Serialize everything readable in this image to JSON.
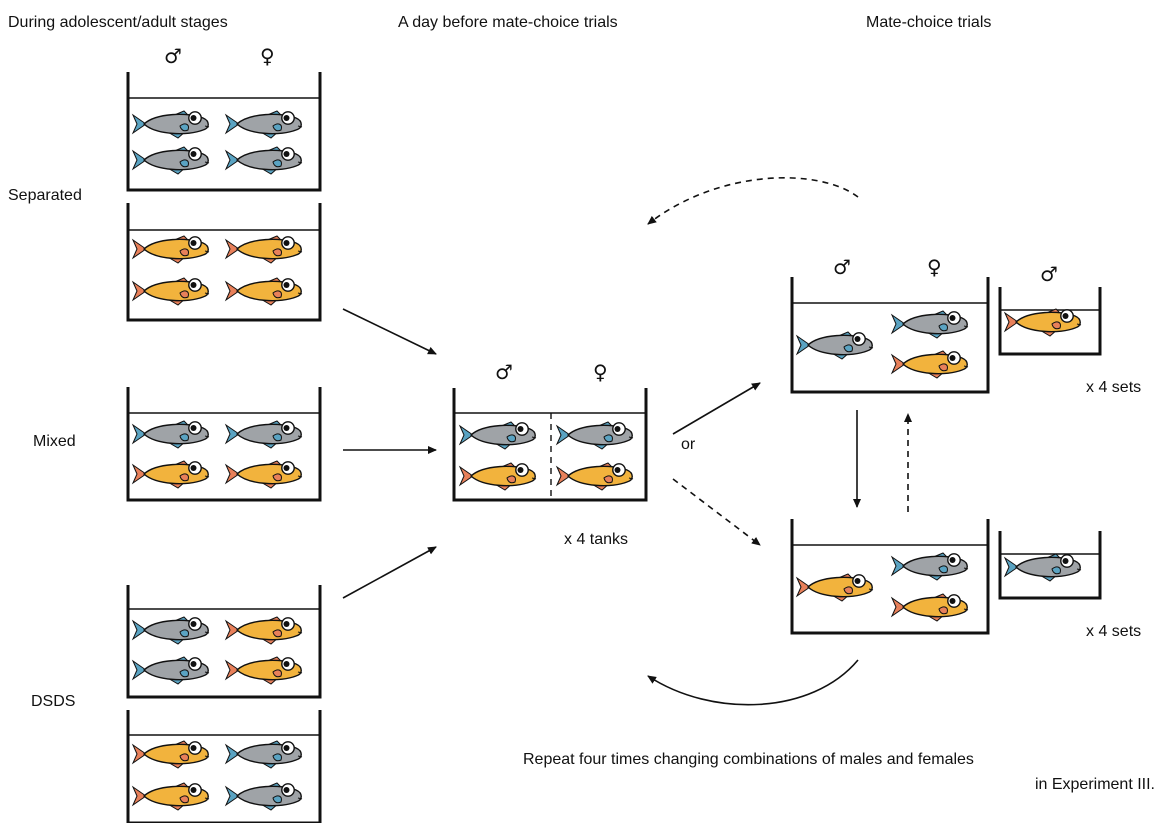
{
  "headers": {
    "col1": "During adolescent/adult stages",
    "col2": "A day before mate-choice trials",
    "col3": "Mate-choice trials"
  },
  "groups": {
    "separated": "Separated",
    "mixed": "Mixed",
    "dsds": "DSDS"
  },
  "symbols": {
    "male": "♂",
    "female": "♀"
  },
  "labels": {
    "or": "or",
    "tanks": "x 4 tanks",
    "sets_top": "x 4 sets",
    "sets_bottom": "x 4 sets",
    "repeat_line1": "Repeat four times changing combinations of males and females",
    "repeat_line2": "in Experiment III."
  },
  "colors": {
    "gray_fish": "#9fa3a7",
    "gray_fin": "#5aa3c2",
    "orange_fish": "#f2b33d",
    "orange_fin": "#e8805a",
    "line": "#111111"
  }
}
